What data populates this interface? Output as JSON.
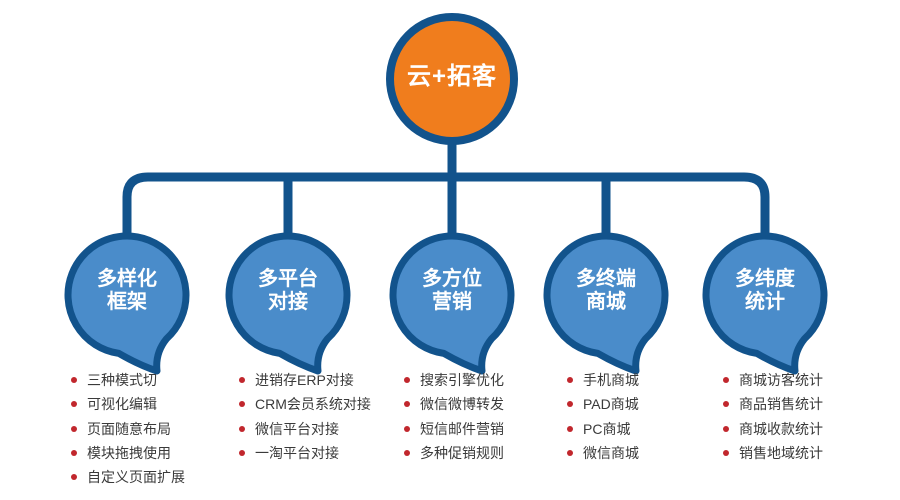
{
  "root": {
    "title": "云+拓客"
  },
  "colors": {
    "accent_orange": "#f07d1d",
    "node_blue": "#4a8cca",
    "line_blue": "#12538c",
    "bullet_red": "#c1272d",
    "text_dark": "#3a3a3a"
  },
  "nodes": [
    {
      "title_lines": [
        "多样化",
        "框架"
      ],
      "items": [
        "三种模式切",
        "可视化编辑",
        "页面随意布局",
        "模块拖拽使用",
        "自定义页面扩展"
      ]
    },
    {
      "title_lines": [
        "多平台",
        "对接"
      ],
      "items": [
        "进销存ERP对接",
        "CRM会员系统对接",
        "微信平台对接",
        "一淘平台对接"
      ]
    },
    {
      "title_lines": [
        "多方位",
        "营销"
      ],
      "items": [
        "搜索引擎优化",
        "微信微博转发",
        "短信邮件营销",
        "多种促销规则"
      ]
    },
    {
      "title_lines": [
        "多终端",
        "商城"
      ],
      "items": [
        "手机商城",
        "PAD商城",
        "PC商城",
        "微信商城"
      ]
    },
    {
      "title_lines": [
        "多纬度",
        "统计"
      ],
      "items": [
        "商城访客统计",
        "商品销售统计",
        "商城收款统计",
        "销售地域统计"
      ]
    }
  ]
}
